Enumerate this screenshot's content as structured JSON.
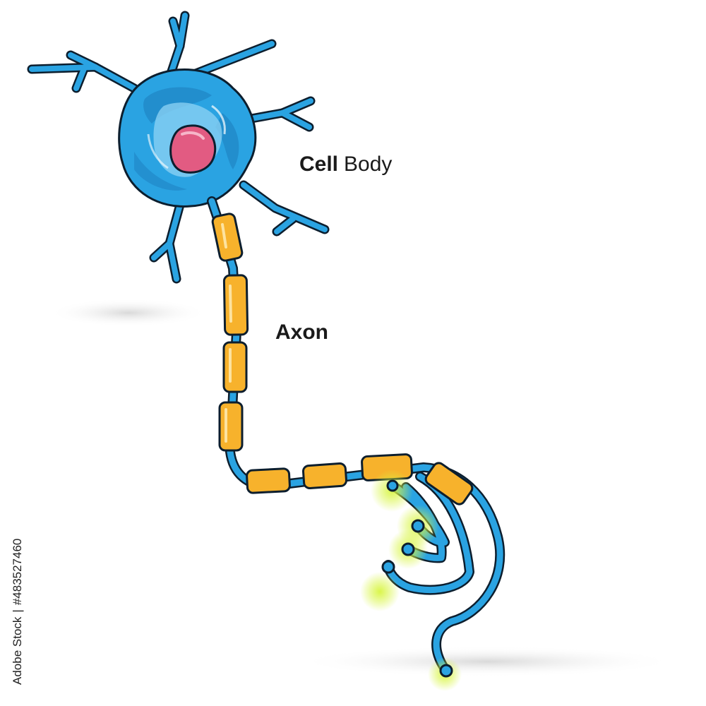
{
  "labels": {
    "cell_body_bold": "Cell",
    "cell_body_rest": "Body",
    "axon": "Axon"
  },
  "credit": {
    "site": "Adobe Stock",
    "separator": "|",
    "number": "#483527460"
  },
  "colors": {
    "membrane": "#2aa3e2",
    "membrane_dark": "#1f84c4",
    "outline": "#0c1e2e",
    "nucleus": "#e25b82",
    "myelin": "#f7b22c",
    "terminal_glow": "#cdf23a",
    "shadow": "#e5e5e5"
  }
}
